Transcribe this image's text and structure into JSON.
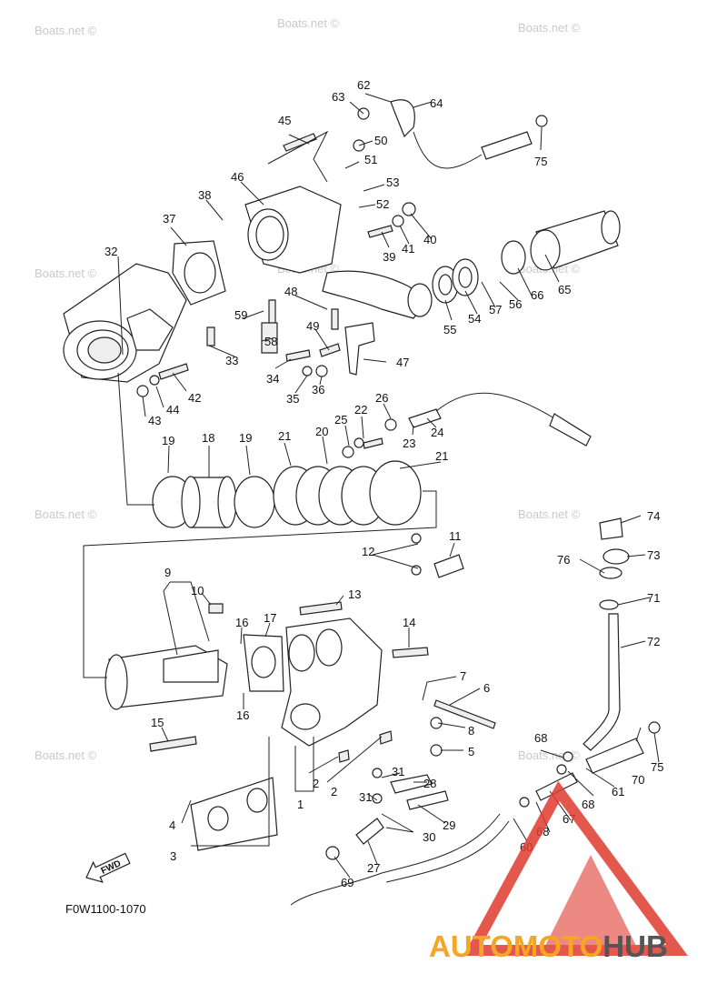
{
  "diagram_code": "F0W1100-1070",
  "fwd_label": "FWD",
  "watermark": "Boats.net ©",
  "brand": {
    "part1": "AUTOMOTO",
    "part2": "HUB",
    "color1": "#f5a623",
    "color2": "#555555",
    "triangle": "#e03a2f"
  },
  "callouts": [
    "1",
    "2",
    "2",
    "3",
    "4",
    "5",
    "6",
    "7",
    "8",
    "9",
    "10",
    "11",
    "12",
    "13",
    "14",
    "15",
    "16",
    "16",
    "17",
    "18",
    "19",
    "19",
    "20",
    "21",
    "21",
    "22",
    "23",
    "24",
    "25",
    "26",
    "27",
    "28",
    "29",
    "30",
    "31",
    "31",
    "32",
    "33",
    "34",
    "35",
    "36",
    "37",
    "38",
    "39",
    "40",
    "41",
    "42",
    "43",
    "44",
    "45",
    "46",
    "47",
    "48",
    "49",
    "50",
    "51",
    "52",
    "53",
    "54",
    "55",
    "56",
    "57",
    "58",
    "59",
    "60",
    "61",
    "62",
    "63",
    "64",
    "65",
    "66",
    "67",
    "68",
    "68",
    "68",
    "69",
    "70",
    "71",
    "72",
    "73",
    "74",
    "75",
    "75",
    "76"
  ]
}
